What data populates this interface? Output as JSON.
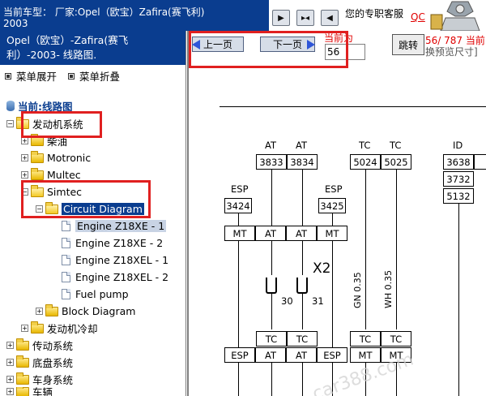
{
  "header": {
    "car_title_line1": "当前车型： 厂家:Opel（欧宝）Zafira(赛飞利)",
    "car_title_line2": "2003",
    "service_text": "您的专职客服",
    "qc_text": "QC"
  },
  "sidebar": {
    "model_title_line1": "Opel（欧宝）-Zafira(赛飞",
    "model_title_line2": "利）-2003- 线路图.",
    "menu_expand": "菜单展开",
    "menu_collapse": "菜单折叠",
    "tree_root": "当前:线路图",
    "tree": {
      "engine_system": "发动机系统",
      "item_fuel": "柴油",
      "item_motronic": "Motronic",
      "item_multec": "Multec",
      "item_simtec": "Simtec",
      "item_circuit_diagram": "Circuit Diagram",
      "doc_1": "Engine Z18XE - 1",
      "doc_2": "Engine Z18XE - 2",
      "doc_3": "Engine Z18XEL - 1",
      "doc_4": "Engine Z18XEL - 2",
      "doc_5": "Fuel pump",
      "item_block_diagram": "Block Diagram",
      "item_engine_cooling": "发动机冷却",
      "transmission": "传动系统",
      "chassis": "底盘系统",
      "body": "车身系统",
      "partial_bottom": "车辆"
    }
  },
  "pager": {
    "prev_label": "上一页",
    "next_label": "下一页",
    "current_label": "当前为",
    "current_value": "56",
    "jump_label": "跳转",
    "page_count": "56/ 787 当前",
    "preview_note": "换预览尺寸]"
  },
  "diagram": {
    "top_labels": [
      "AT",
      "AT",
      "TC",
      "TC",
      "ID"
    ],
    "top_codes": [
      "3833",
      "3834",
      "5024",
      "5025",
      "3638",
      "3732",
      "5132"
    ],
    "esp_labels": [
      "ESP",
      "ESP"
    ],
    "esp_codes": [
      "3424",
      "3425"
    ],
    "mid_row": [
      "MT",
      "AT",
      "AT",
      "MT"
    ],
    "connector": "X2",
    "pins": [
      "30",
      "31"
    ],
    "vertical_labels": [
      "GN 0.35",
      "WH 0.35"
    ],
    "bot_tc": [
      "TC",
      "TC",
      "TC",
      "TC"
    ],
    "bot_row": [
      "ESP",
      "AT",
      "AT",
      "ESP",
      "MT",
      "MT"
    ],
    "watermark": "car388.com"
  },
  "colors": {
    "title_bar": "#0a3d8f",
    "annotation_red": "#e02020",
    "selection": "#0a3d8f"
  }
}
